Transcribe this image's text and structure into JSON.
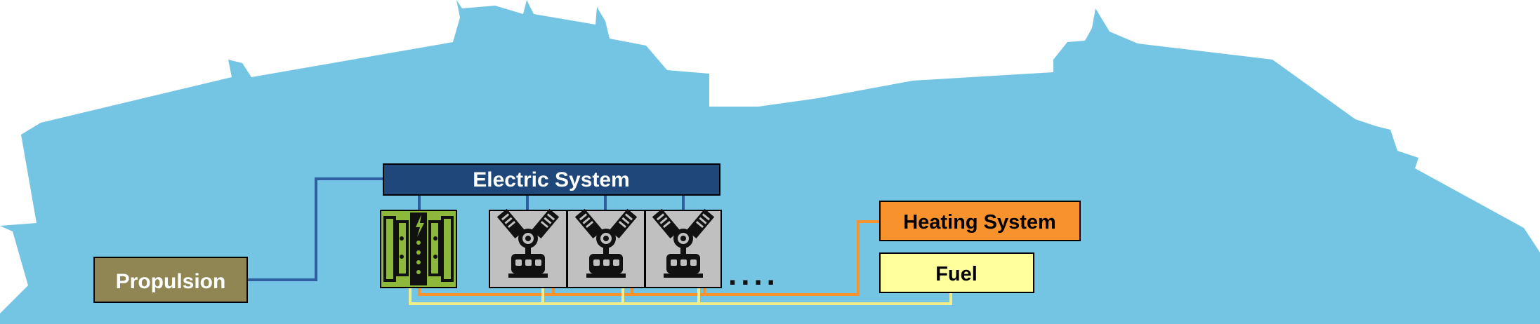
{
  "colors": {
    "ship": "#74c4e3",
    "electric_box": "#1f477a",
    "propulsion_box": "#8f8654",
    "heating_box": "#f7922d",
    "fuel_box": "#ffff9c",
    "converter_box": "#8db83c",
    "engine_box": "#c0c0c0",
    "line_electric": "#2f5fa0",
    "line_heating": "#f7922d",
    "line_fuel": "#f3ee8a"
  },
  "boxes": {
    "electric": "Electric System",
    "propulsion": "Propulsion",
    "heating": "Heating System",
    "fuel": "Fuel"
  },
  "more_indicator": "....",
  "icons": {
    "ship": "ship-silhouette",
    "converter": "power-converter-icon",
    "engine": "engine-generator-icon"
  }
}
